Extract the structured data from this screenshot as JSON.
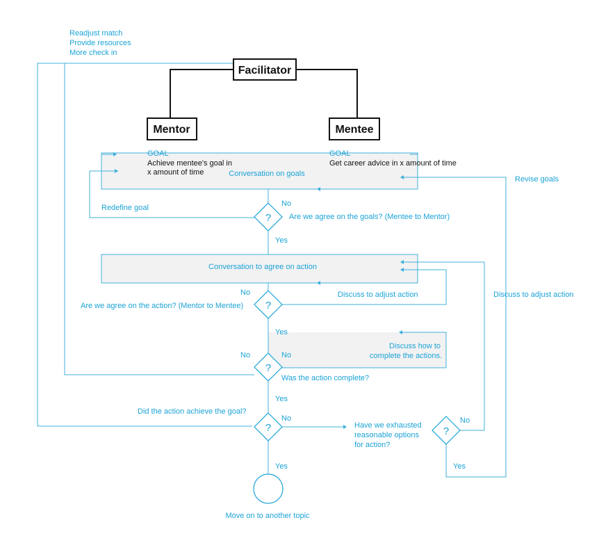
{
  "roles": {
    "facilitator": "Facilitator",
    "mentor": "Mentor",
    "mentee": "Mentee"
  },
  "facilitator_actions": [
    "Readjust match",
    "Provide resources",
    "More check in"
  ],
  "mentor_goal": {
    "heading": "GOAL",
    "lines": [
      "Achieve mentee's goal in",
      "x amount of time"
    ]
  },
  "mentee_goal": {
    "heading": "GOAL",
    "text": "Get career advice in x amount of time"
  },
  "steps": {
    "conversation_goals": "Conversation on goals",
    "conversation_action": "Conversation to agree on action",
    "discuss_complete": [
      "Discuss how to",
      "complete the actions."
    ]
  },
  "questions": {
    "q1": "Are we agree on the goals? (Mentee to Mentor)",
    "q2": "Are we agree on the action? (Mentor to Mentee)",
    "q3": "Was the action complete?",
    "q4": "Did the action achieve the goal?",
    "q5": [
      "Have we exhausted",
      "reasonable options",
      "for action?"
    ],
    "symbol": "?"
  },
  "branch_labels": {
    "yes": "Yes",
    "no": "No"
  },
  "loops": {
    "redefine_goal": "Redefine goal",
    "discuss_adjust_action_1": "Discuss to adjust action",
    "discuss_adjust_action_2": "Discuss to adjust action",
    "revise_goals": "Revise goals"
  },
  "end": "Move on to another topic",
  "colors": {
    "accent": "#1aa3d6",
    "line": "#3fb0db",
    "panel": "#f2f2f3",
    "text_dark": "#111111"
  }
}
